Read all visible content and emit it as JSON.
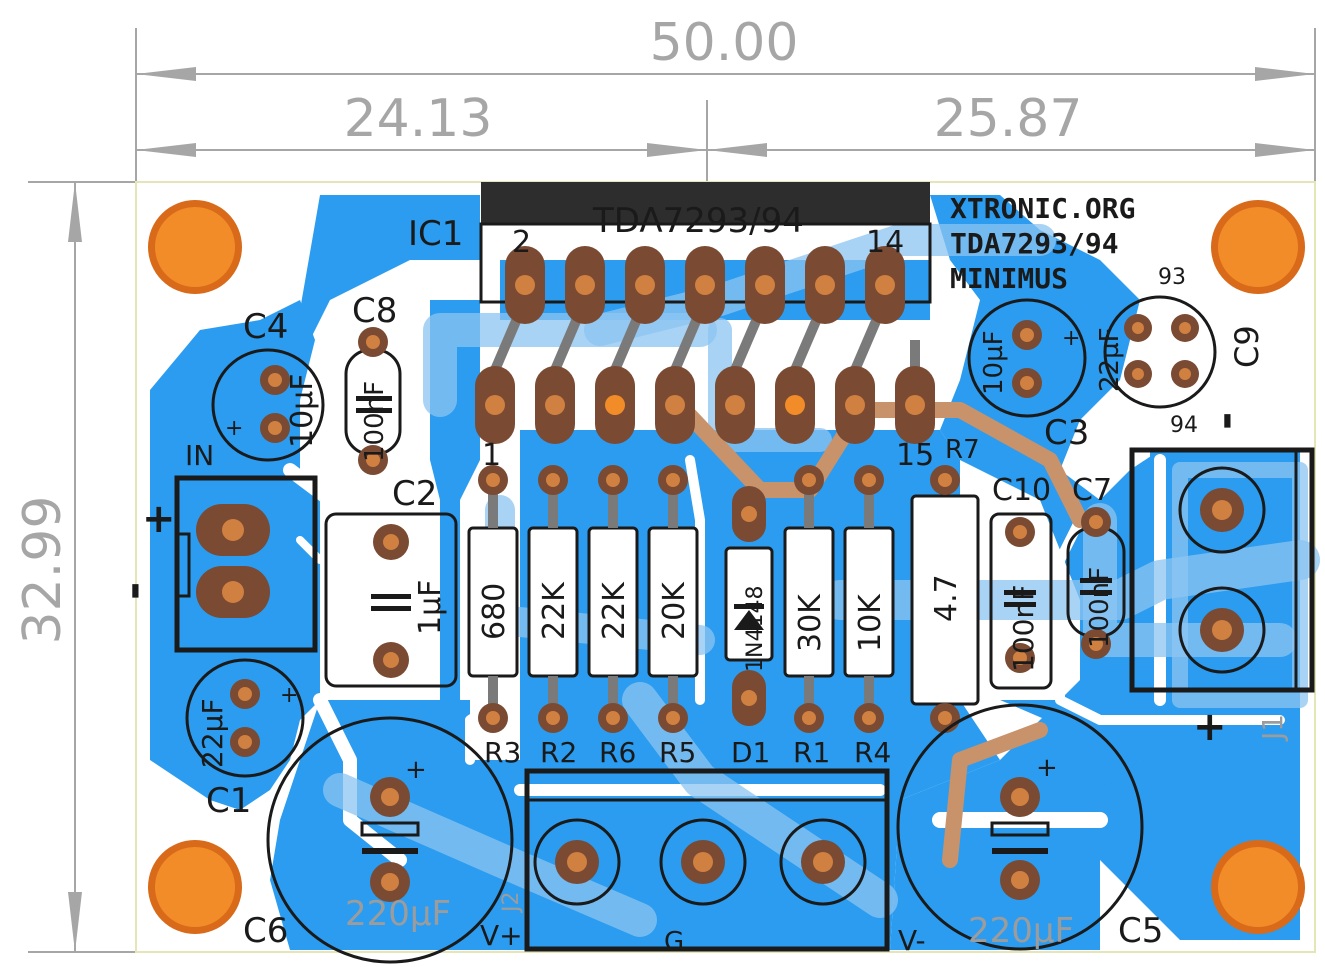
{
  "dimensions": {
    "total_width": "50.00",
    "left_width": "24.13",
    "right_width": "25.87",
    "height": "32.99"
  },
  "header": {
    "site": "XTRONIC.ORG",
    "chip": "TDA7293/94",
    "name": "MINIMUS"
  },
  "ic": {
    "ref": "IC1",
    "part": "TDA7293/94",
    "pin_first_top": "2",
    "pin_last_top": "14",
    "pin_first_bottom": "1",
    "pin_last_bottom": "15"
  },
  "components": {
    "C1": {
      "ref": "C1",
      "value": "22µF"
    },
    "C2": {
      "ref": "C2",
      "value": "1µF"
    },
    "C3": {
      "ref": "C3",
      "value": "10µF"
    },
    "C4": {
      "ref": "C4",
      "value": "10µF"
    },
    "C5": {
      "ref": "C5",
      "value": "220µF"
    },
    "C6": {
      "ref": "C6",
      "value": "220µF"
    },
    "C7": {
      "ref": "C7",
      "value": "100nF"
    },
    "C8": {
      "ref": "C8",
      "value": "100nF"
    },
    "C9": {
      "ref": "C9",
      "value": "22µF",
      "pin_a": "93",
      "pin_b": "94"
    },
    "C10": {
      "ref": "C10",
      "value": "100nF"
    },
    "R1": {
      "ref": "R1",
      "value": "30K"
    },
    "R2": {
      "ref": "R2",
      "value": "22K"
    },
    "R3": {
      "ref": "R3",
      "value": "680"
    },
    "R4": {
      "ref": "R4",
      "value": "10K"
    },
    "R5": {
      "ref": "R5",
      "value": "20K"
    },
    "R6": {
      "ref": "R6",
      "value": "22K"
    },
    "R7": {
      "ref": "R7",
      "value": "4.7"
    },
    "D1": {
      "ref": "D1",
      "value": "1N4148"
    }
  },
  "connectors": {
    "input": {
      "label": "IN",
      "plus": "+",
      "minus": "-"
    },
    "j1": {
      "ref": "J1",
      "plus": "+",
      "minus": "-"
    },
    "j2": {
      "ref": "J2",
      "vplus": "V+",
      "ground": "G",
      "vminus": "V-"
    }
  },
  "colors": {
    "copper": "#2b9cef",
    "copper_light": "#8cc4f2",
    "pad": "#f28c28",
    "pad_dark": "#7a4a32",
    "silk": "#1a1a1a",
    "dimension": "#a6a6a6",
    "trace_top": "#c8926a"
  }
}
